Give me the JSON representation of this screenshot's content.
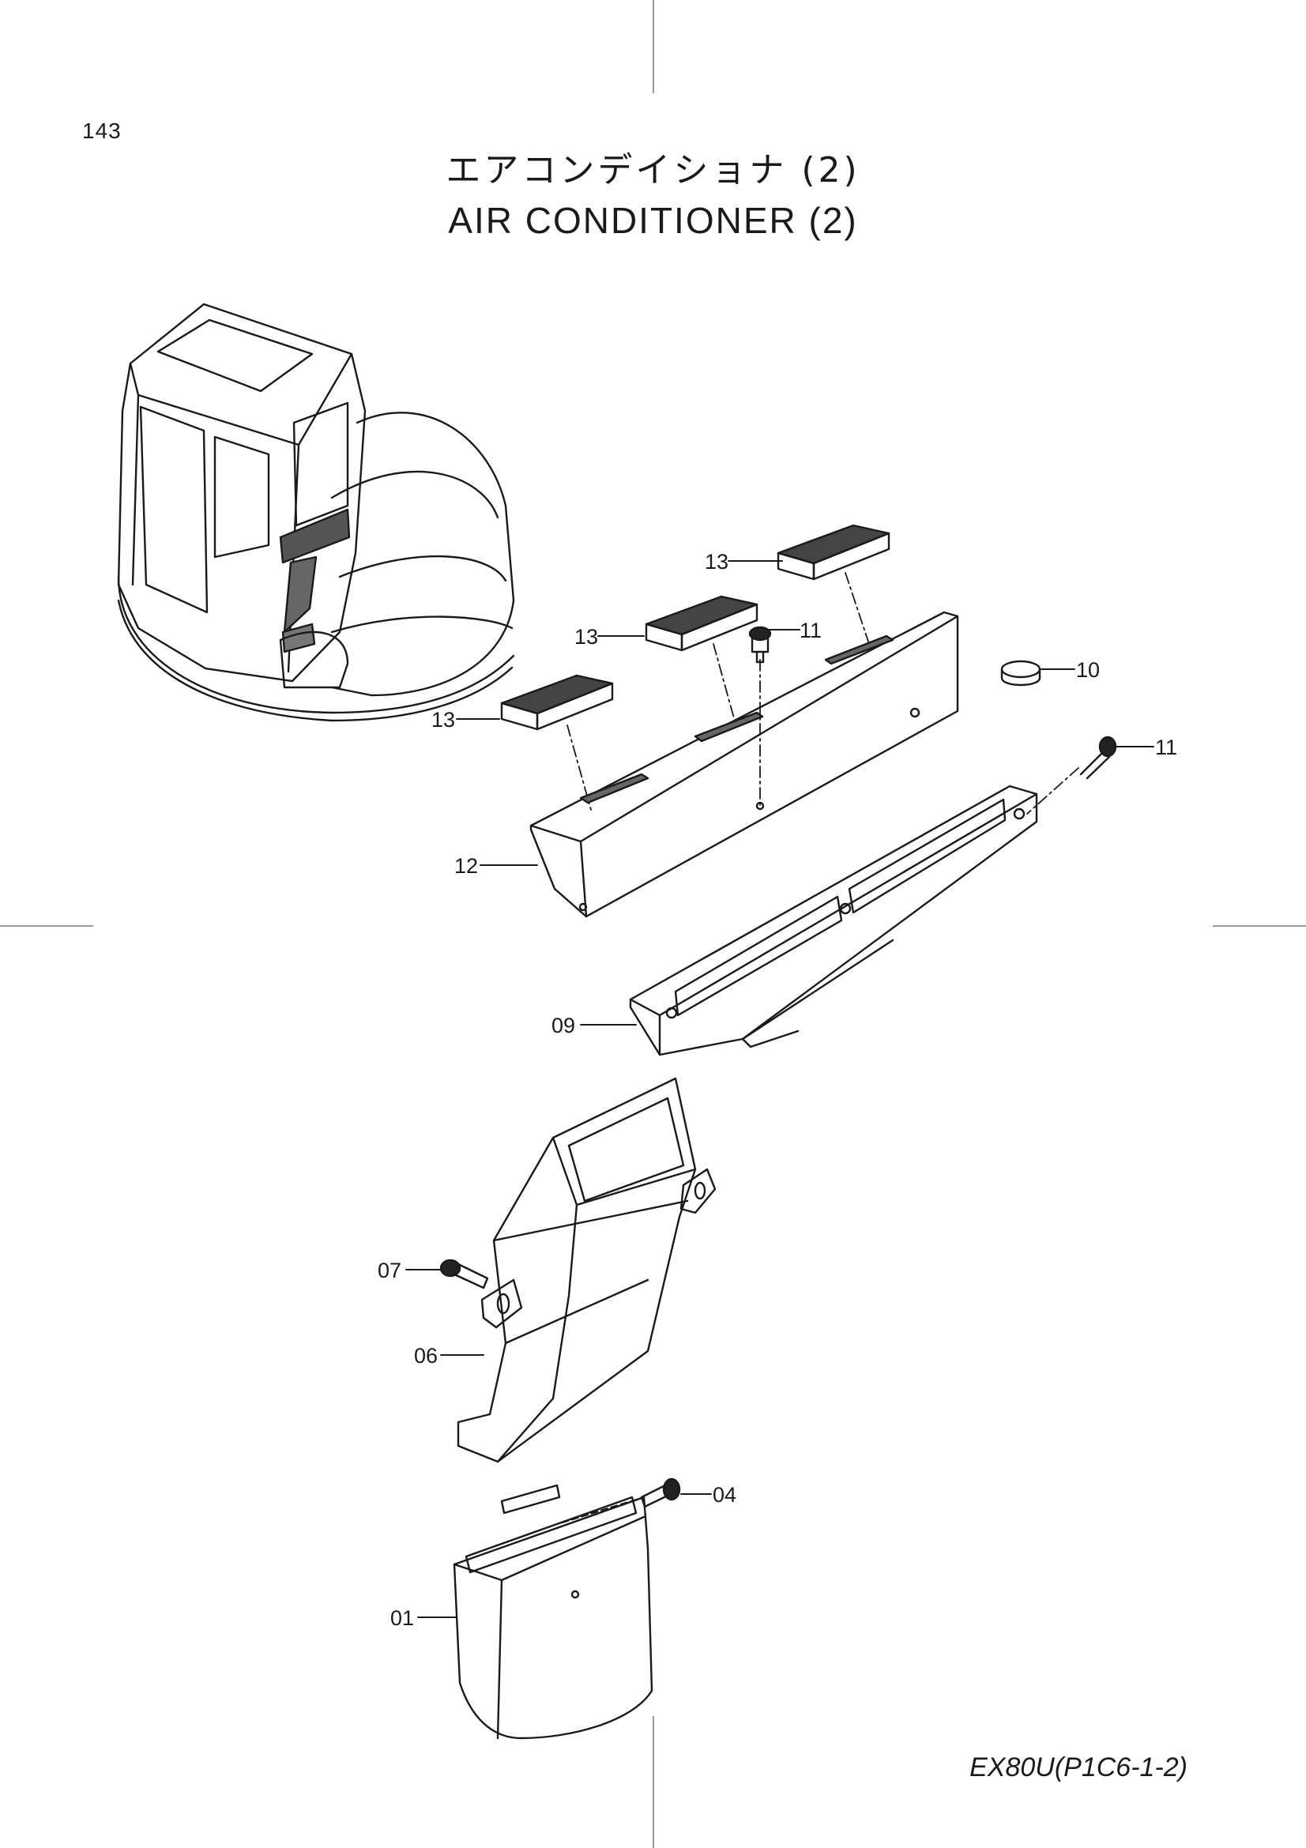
{
  "page": {
    "number": "143",
    "title_jp": "エアコンデイショナ (2)",
    "title_en": "AIR CONDITIONER (2)",
    "model_code": "EX80U(P1C6-1-2)"
  },
  "parts": [
    {
      "id": "p13a",
      "label": "13"
    },
    {
      "id": "p13b",
      "label": "13"
    },
    {
      "id": "p13c",
      "label": "13"
    },
    {
      "id": "p11a",
      "label": "11"
    },
    {
      "id": "p10",
      "label": "10"
    },
    {
      "id": "p11b",
      "label": "11"
    },
    {
      "id": "p12",
      "label": "12"
    },
    {
      "id": "p09",
      "label": "09"
    },
    {
      "id": "p07",
      "label": "07"
    },
    {
      "id": "p06",
      "label": "06"
    },
    {
      "id": "p04",
      "label": "04"
    },
    {
      "id": "p01",
      "label": "01"
    }
  ],
  "colors": {
    "line": "#1a1a1a",
    "paper": "#ffffff",
    "crop_mark": "#9a9a9a"
  }
}
